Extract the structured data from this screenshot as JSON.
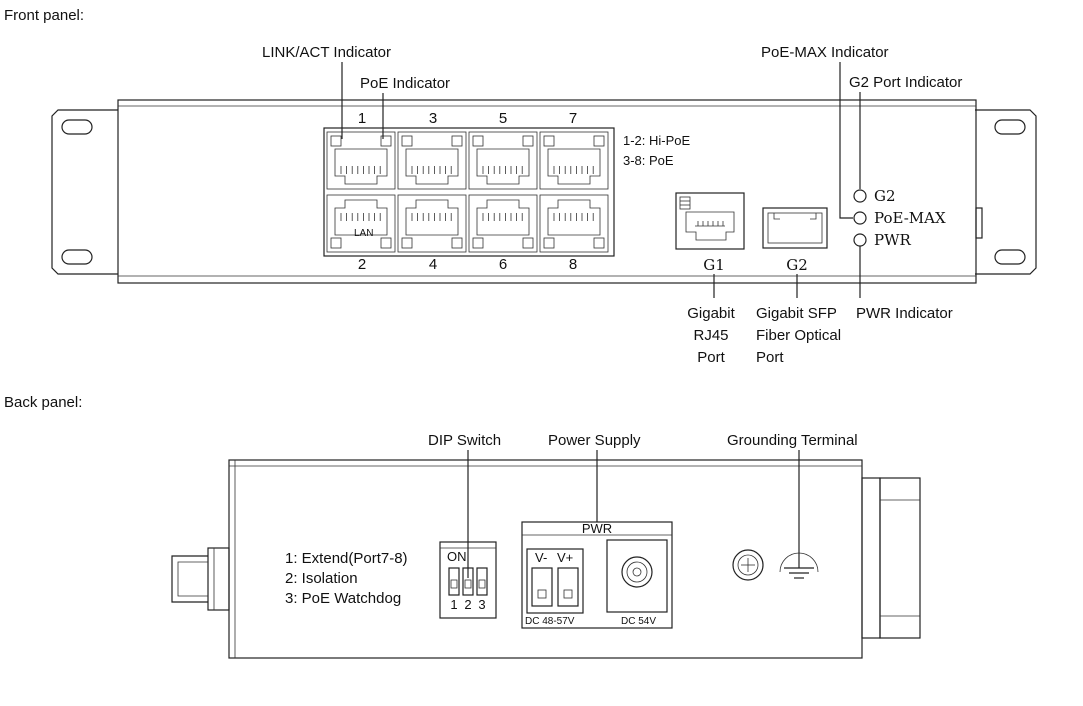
{
  "front": {
    "heading": "Front panel:",
    "callouts": {
      "link_act": "LINK/ACT Indicator",
      "poe": "PoE Indicator",
      "poe_max": "PoE-MAX Indicator",
      "g2_port": "G2 Port Indicator",
      "pwr_ind": "PWR Indicator",
      "gig_rj45": [
        "Gigabit",
        "RJ45",
        "Port"
      ],
      "gig_sfp": [
        "Gigabit SFP",
        "Fiber Optical",
        "Port"
      ]
    },
    "port_numbers_top": [
      "1",
      "3",
      "5",
      "7"
    ],
    "port_numbers_bottom": [
      "2",
      "4",
      "6",
      "8"
    ],
    "poe_notes": [
      "1-2: Hi-PoE",
      "3-8: PoE"
    ],
    "uplinks": [
      "G1",
      "G2"
    ],
    "leds": [
      "G2",
      "PoE-MAX",
      "PWR"
    ],
    "port_marking": "LAN"
  },
  "back": {
    "heading": "Back panel:",
    "callouts": {
      "dip": "DIP Switch",
      "power": "Power Supply",
      "ground": "Grounding Terminal"
    },
    "dip_legend": [
      "1: Extend(Port7-8)",
      "2: Isolation",
      "3: PoE Watchdog"
    ],
    "dip_on": "ON",
    "dip_numbers": [
      "1",
      "2",
      "3"
    ],
    "pwr_title": "PWR",
    "terminal_labels": [
      "V-",
      "V+"
    ],
    "dc_terminal": "DC 48-57V",
    "dc_jack": "DC 54V"
  }
}
